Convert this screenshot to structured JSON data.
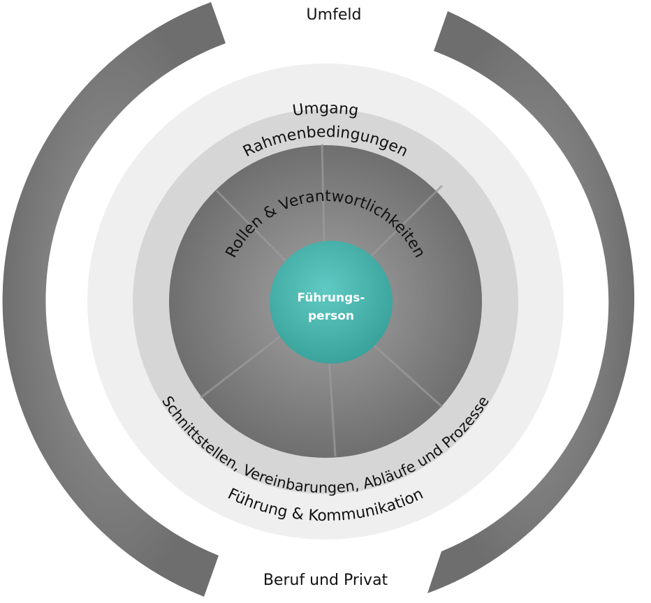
{
  "labels": {
    "outer_top": "Umfeld",
    "outer_bottom": "Beruf und Privat",
    "ring2_top": "Umgang",
    "ring2_bottom": "Führung & Kommunikation",
    "ring3_top": "Rahmenbedingungen",
    "ring3_bottom": "Schnittstellen, Vereinbarungen, Abläufe und Prozesse",
    "inner_arc": "Rollen & Verantwortlichkeiten",
    "core_line1": "Führungs-",
    "core_line2": "person"
  },
  "colors": {
    "outer_arc": "#7d7d7d",
    "ring_light": "#efefef",
    "ring_mid": "#d6d6d6",
    "inner_disc": "#8a8a8a",
    "core": "#4dbab3",
    "text": "#111111"
  }
}
